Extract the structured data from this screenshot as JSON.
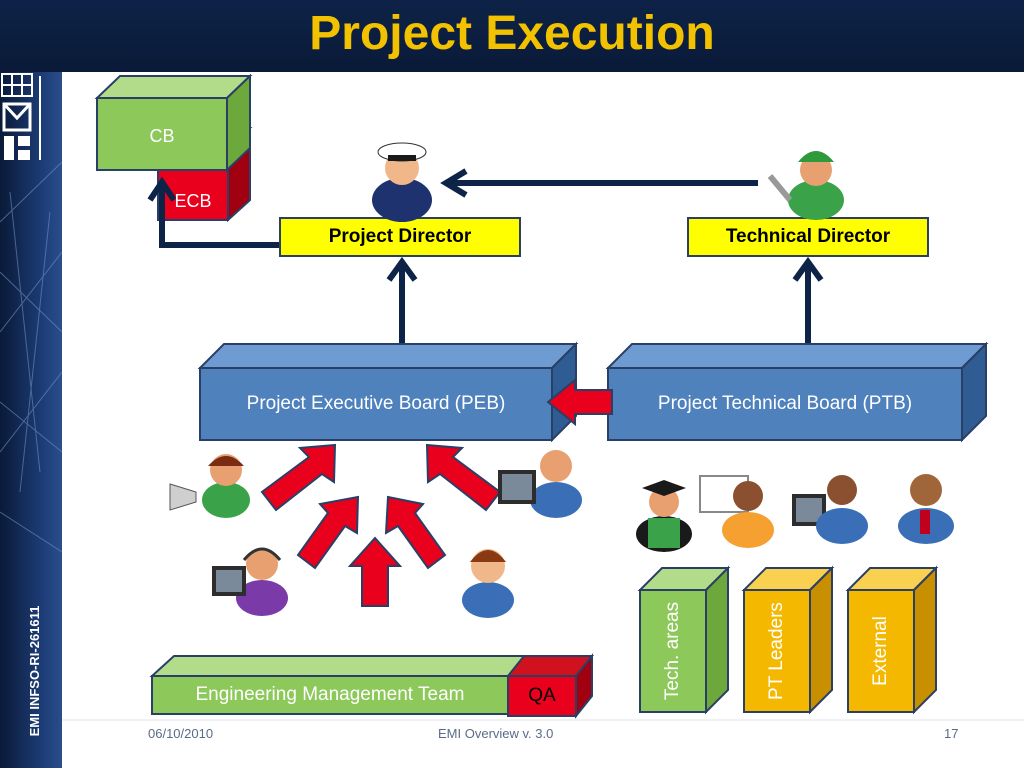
{
  "title": "Project Execution",
  "sidebar": {
    "vertical_text": "EMI INFSO-RI-261611"
  },
  "boxes": {
    "cb": "CB",
    "ecb": "ECB",
    "project_director": "Project Director",
    "technical_director": "Technical Director",
    "peb": "Project Executive Board (PEB)",
    "ptb": "Project Technical Board (PTB)",
    "emt": "Engineering Management Team",
    "qa": "QA",
    "tech_areas": "Tech. areas",
    "pt_leaders": "PT Leaders",
    "external": "External"
  },
  "footer": {
    "date": "06/10/2010",
    "center": "EMI Overview v. 3.0",
    "page": "17"
  },
  "colors": {
    "title": "#f2c200",
    "green": "#8dc85a",
    "red": "#e8001c",
    "blue": "#4f81bd",
    "orange": "#f5b800",
    "yellow": "#ffff00",
    "navy": "#0d2347"
  }
}
